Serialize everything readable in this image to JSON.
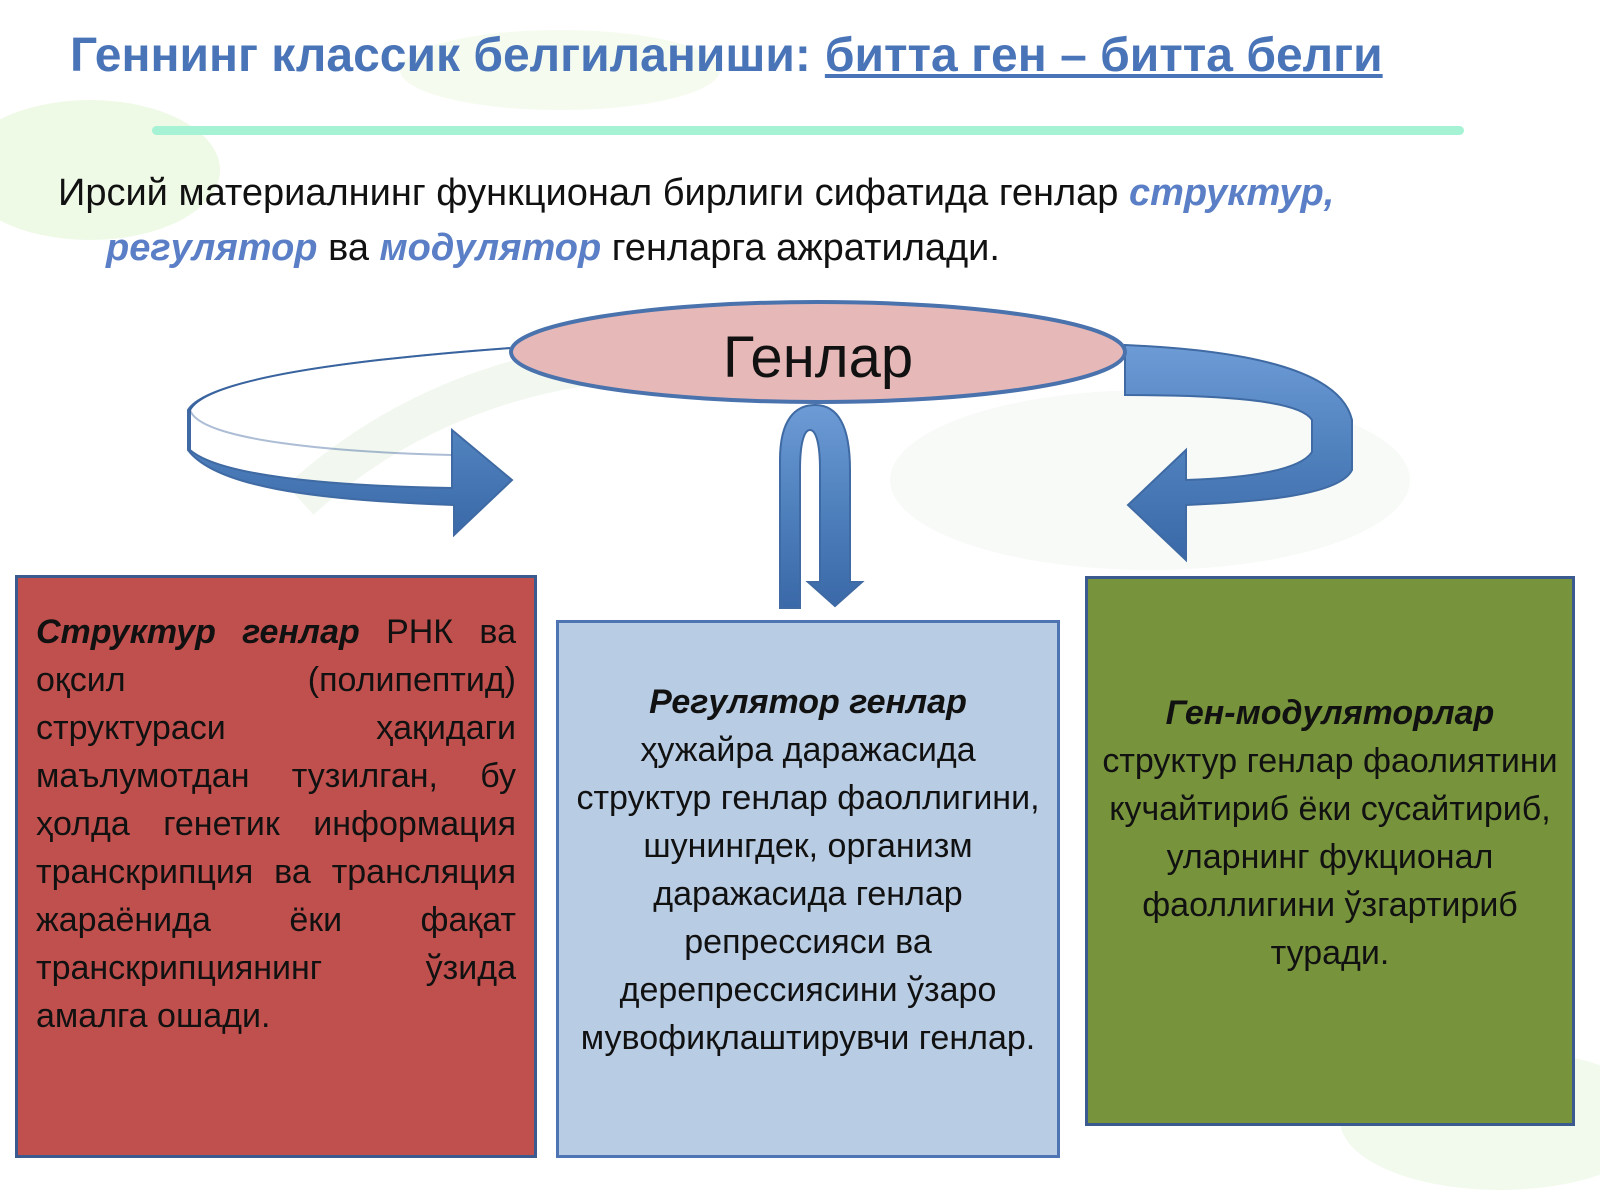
{
  "title": {
    "main": "Геннинг классик белгиланиши:",
    "underlined": "битта ген – битта белги"
  },
  "intro": {
    "text_before": "Ирсий материалнинг функционал бирлиги сифатида генлар",
    "kw1": "структур,",
    "kw2": "регулятор",
    "text_mid": "ва",
    "kw3": "модулятор",
    "text_after": "генларга ажратилади."
  },
  "center": {
    "label": "Генлар"
  },
  "boxes": {
    "structural": {
      "term": "Структур генлар",
      "text": "РНК ва оқсил (полипептид) структураси ҳақидаги маълумотдан тузилган, бу ҳолда генетик информация транскрипция ва трансляция жараёнида ёки фақат транскрипциянинг ўзида амалга ошади."
    },
    "regulator": {
      "term": "Регулятор генлар",
      "text": "ҳужайра даражасида структур генлар фаоллигини, шунингдек, организм даражасида генлар репрессияси ва дерепрессиясини  ўзаро мувофиқлаштирувчи генлар."
    },
    "modulator": {
      "term": "Ген-модуляторлар",
      "text": "структур генлар фаолиятини кучайтириб ёки сусайтириб, уларнинг фукционал фаоллигини ўзгартириб туради."
    }
  },
  "colors": {
    "title": "#4a74b8",
    "rule": "#a6f2d4",
    "ellipse": "#e6b9b8",
    "arrow": "#4f81bd",
    "box_structural": "#c0504d",
    "box_regulator": "#b8cce4",
    "box_modulator": "#77933c"
  }
}
